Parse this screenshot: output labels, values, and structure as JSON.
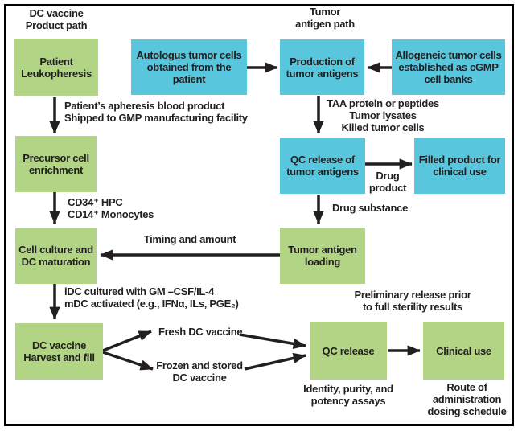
{
  "figure": {
    "headers": {
      "product_path": "DC vaccine\nProduct path",
      "antigen_path": "Tumor\nantigen path"
    },
    "boxes": {
      "patient": "Patient\nLeukopheresis",
      "autologous": "Autologus tumor cells\nobtained from the\npatient",
      "production": "Production of\ntumor antigens",
      "allogeneic": "Allogeneic tumor cells\nestablished as cGMP\ncell banks",
      "precursor": "Precursor cell\nenrichment",
      "qc_antigens": "QC release of\ntumor antigens",
      "filled_product": "Filled product for\nclinical use",
      "cell_culture": "Cell culture and\nDC maturation",
      "antigen_loading": "Tumor antigen\nloading",
      "harvest": "DC vaccine\nHarvest and fill",
      "qc_release": "QC release",
      "clinical_use": "Clinical use"
    },
    "labels": {
      "apheresis": "Patient’s apheresis blood product\nShipped to GMP manufacturing facility",
      "taa": "TAA protein or peptides\nTumor lysates\nKilled tumor cells",
      "drug_product": "Drug\nproduct",
      "drug_substance": "Drug substance",
      "cd_markers": "CD34⁺ HPC\nCD14⁺ Monocytes",
      "timing": "Timing and amount",
      "dc_culture": "iDC cultured with GM –CSF/IL-4\nmDC activated (e.g., IFNα, ILs, PGE₂)",
      "fresh": "Fresh DC vaccine",
      "frozen": "Frozen and stored\nDC vaccine",
      "preliminary": "Preliminary release prior\nto full sterility results",
      "identity": "Identity, purity, and\npotency assays",
      "route": "Route of\nadministration\ndosing schedule"
    },
    "colors": {
      "green_box": "#b1d584",
      "blue_box": "#58c6dd",
      "text": "#231f20",
      "arrow": "#231f20",
      "background": "#ffffff",
      "border": "#000000"
    }
  }
}
